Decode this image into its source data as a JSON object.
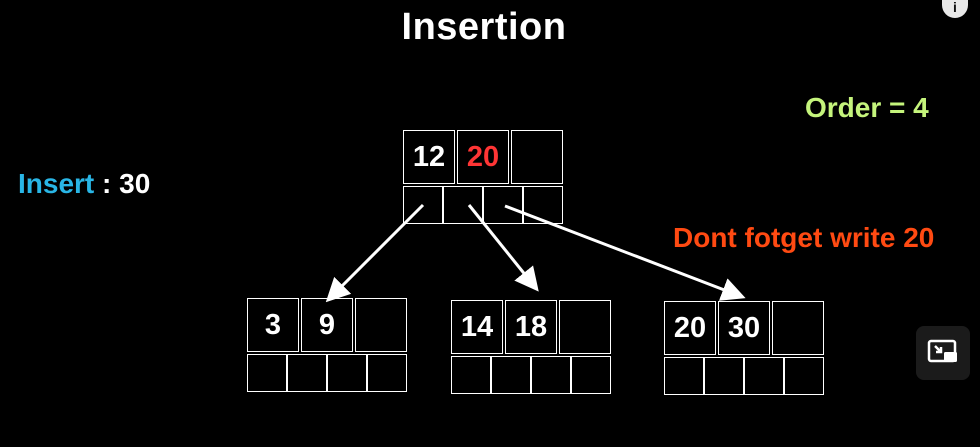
{
  "title": "Insertion",
  "order": {
    "label": "Order = 4",
    "color": "#c5f47c"
  },
  "insert": {
    "label": "Insert",
    "separator": " : ",
    "value": "30",
    "label_color": "#29b6e6"
  },
  "note": {
    "text": "Dont fotget write 20",
    "color": "#ff4a12"
  },
  "highlight_color": "#ff3535",
  "tree": {
    "root": {
      "keys": [
        "12",
        "20",
        ""
      ],
      "highlight_index": 1
    },
    "children": [
      {
        "keys": [
          "3",
          "9",
          ""
        ]
      },
      {
        "keys": [
          "14",
          "18",
          ""
        ]
      },
      {
        "keys": [
          "20",
          "30",
          ""
        ]
      }
    ]
  },
  "controls": {
    "info_icon": "info-icon",
    "info_glyph": "i",
    "pip_icon": "picture-in-picture-icon"
  }
}
